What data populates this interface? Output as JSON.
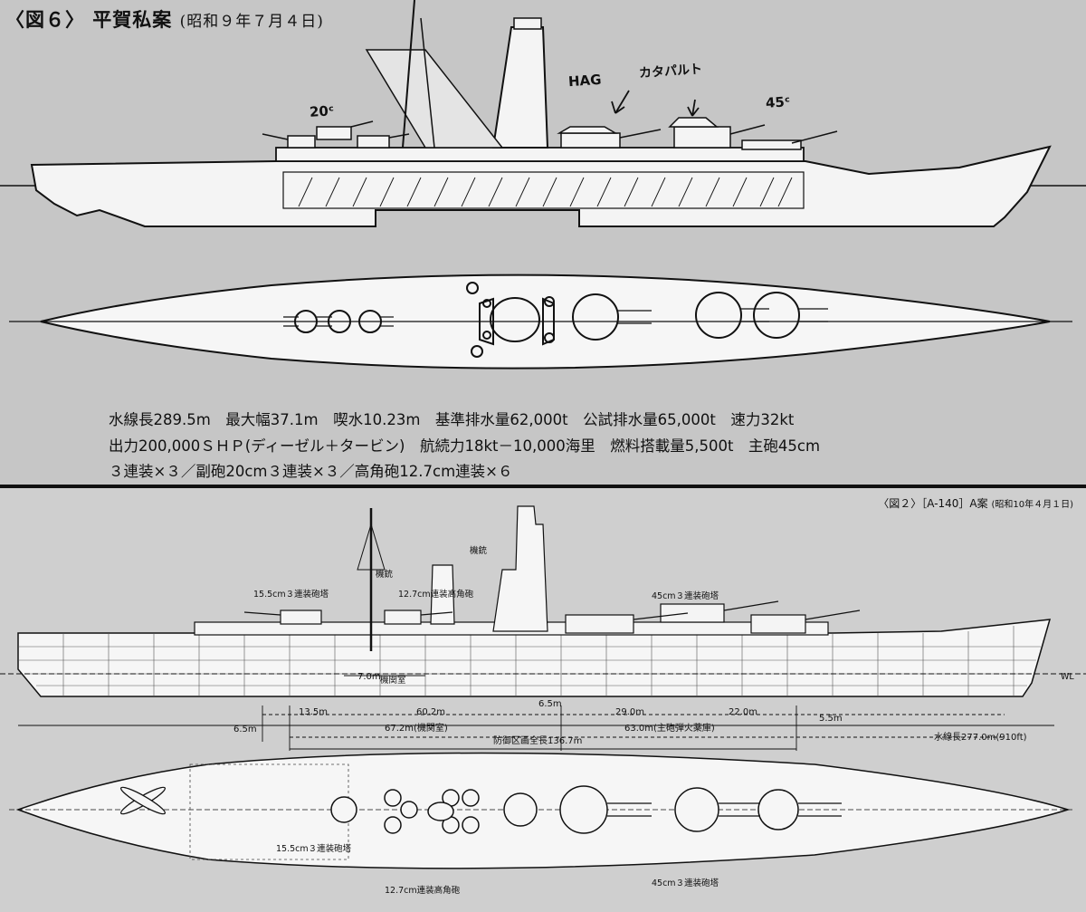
{
  "figure6": {
    "title": "〈図６〉 平賀私案",
    "date": "(昭和９年７月４日)",
    "annotations": {
      "secondary_caliber": "20ᶜ",
      "hag": "HAG",
      "catapult": "カタパルト",
      "main_caliber": "45ᶜ"
    },
    "specs": {
      "line1": "水線長289.5m　最大幅37.1m　喫水10.23m　基準排水量62,000t　公試排水量65,000t　速力32kt",
      "line2": "出力200,000ＳＨＰ(ディーゼル＋タービン)　航続力18kt－10,000海里　燃料搭載量5,500t　主砲45cm",
      "line3": "３連装×３／副砲20cm３連装×３／高角砲12.7cm連装×６"
    }
  },
  "figure2": {
    "title": "〈図２〉［A-140］A案",
    "date": "(昭和10年４月１日)",
    "labels": {
      "mg_upper": "機銃",
      "mg_lower": "機銃",
      "secondary_turret": "15.5cm３連装砲塔",
      "ha_gun": "12.7cm連装高角砲",
      "main_turret": "45cm３連装砲塔",
      "engine_room": "機関室",
      "waterline": "WL",
      "secondary_turret_plan": "15.5cm３連装砲塔",
      "ha_gun_plan": "12.7cm連装高角砲",
      "main_turret_plan": "45cm３連装砲塔"
    },
    "dimensions": {
      "d_7_0": "7.0m",
      "d_13_5": "13.5m",
      "d_60_2": "60.2m",
      "d_6_5a": "6.5m",
      "d_29_0": "29.0m",
      "d_22_0": "22.0m",
      "d_6_5b": "6.5m",
      "d_67_2": "67.2m(機関室)",
      "d_63_0": "63.0m(主砲弾火薬庫)",
      "d_5_5": "5.5m",
      "d_136_7": "防御区画全長136.7m",
      "d_277": "水線長277.0m(910ft)"
    }
  }
}
